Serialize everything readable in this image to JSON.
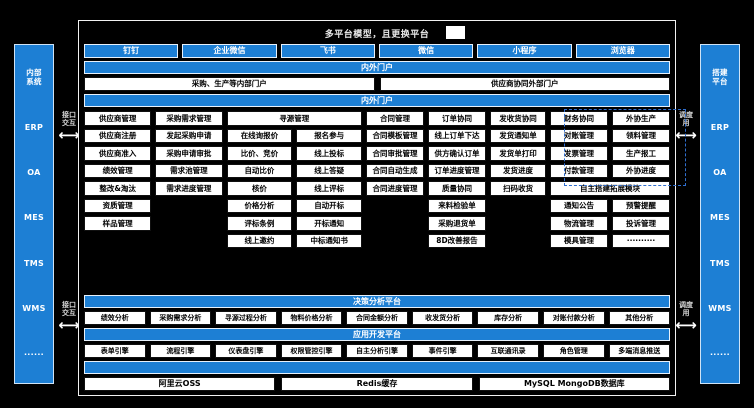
{
  "title": "多平台模型，且更换平台",
  "platforms": [
    "钉钉",
    "企业微信",
    "飞书",
    "微信",
    "小程序",
    "浏览器"
  ],
  "portal": {
    "bar_top": "内外门户",
    "internal": "采购、生产等内部门户",
    "external": "供应商协同外部门户",
    "bar_bottom": "内外门户"
  },
  "modules": {
    "supplier": {
      "head": "供应商管理",
      "items": [
        "供应商注册",
        "供应商准入",
        "绩效管理",
        "整改&淘汰",
        "资质管理",
        "样品管理"
      ]
    },
    "demand": {
      "head": "采购需求管理",
      "items": [
        "发起采购申请",
        "采购申请审批",
        "需求池管理",
        "需求进度管理"
      ]
    },
    "sourcing": {
      "head": "寻源管理",
      "left": [
        "在线询报价",
        "比价、竞价",
        "自动比价",
        "核价",
        "价格分析",
        "评标条例",
        "线上邀约"
      ],
      "right": [
        "报名参与",
        "线上投标",
        "线上答疑",
        "线上评标",
        "自动开标",
        "开标通知",
        "中标通知书"
      ]
    },
    "contract": {
      "head": "合同管理",
      "items": [
        "合同模板管理",
        "合同审批管理",
        "合同自动生成",
        "合同进度管理"
      ]
    },
    "order": {
      "head": "订单协同",
      "items": [
        "线上订单下达",
        "供方确认订单",
        "订单进度管理",
        "质量协同",
        "来料检验单",
        "采购退货单",
        "8D改善报告"
      ]
    },
    "shipping": {
      "head": "发收货协同",
      "items": [
        "发货通知单",
        "发货单打印",
        "发货进度",
        "扫码收货"
      ]
    },
    "finance": {
      "head": "财务协同",
      "items": [
        "对账管理",
        "发票管理",
        "付款管理"
      ]
    },
    "outsource": {
      "head": "外协生产",
      "items": [
        "领料管理",
        "生产报工",
        "外协进度"
      ]
    },
    "extension": {
      "head": "自主搭建拓展模块",
      "left": [
        "通知公告",
        "物流管理",
        "模具管理"
      ],
      "right": [
        "预警提醒",
        "投诉管理",
        "··········"
      ]
    }
  },
  "decision": {
    "head": "决策分析平台",
    "items": [
      "绩效分析",
      "采购需求分析",
      "寻源过程分析",
      "物料价格分析",
      "合同金额分析",
      "收发货分析",
      "库存分析",
      "对账付款分析",
      "其他分析"
    ]
  },
  "appdev": {
    "head": "应用开发平台",
    "items": [
      "表单引擎",
      "流程引擎",
      "仪表盘引擎",
      "权限管控引擎",
      "自主分析引擎",
      "事件引擎",
      "互联通讯录",
      "角色管理",
      "多端消息推送"
    ]
  },
  "infra": {
    "bar": "",
    "items": [
      "阿里云OSS",
      "Redis缓存",
      "MySQL MongoDB数据库"
    ]
  },
  "rail_left": {
    "items": [
      "内部\n系统",
      "ERP",
      "OA",
      "MES",
      "TMS",
      "WMS",
      "······"
    ]
  },
  "rail_right": {
    "items": [
      "搭建\n平台",
      "ERP",
      "OA",
      "MES",
      "TMS",
      "WMS",
      "······"
    ]
  },
  "connectors": {
    "left_top": "接口\n交互",
    "left_bottom": "接口\n交互",
    "right_top": "调度\n用",
    "right_bottom": "调度\n用",
    "arrow": "⟷"
  },
  "colors": {
    "accent": "#1d7fd4",
    "bg": "#000000",
    "cell": "#ffffff",
    "marquee": "#2f6fd0"
  }
}
